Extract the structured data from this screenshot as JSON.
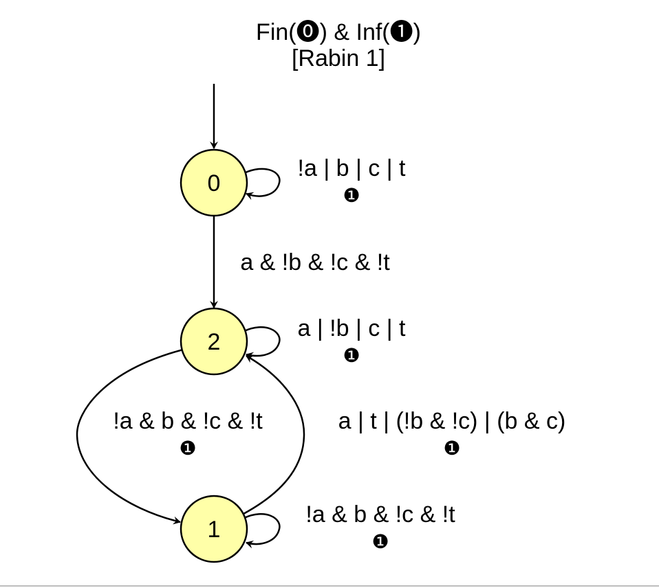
{
  "title": {
    "acceptance": "Fin(⓿) & Inf(❶)",
    "name": "[Rabin 1]"
  },
  "colors": {
    "state_fill": "#ffffa8",
    "state_stroke": "#000000",
    "edge": "#000000"
  },
  "states": [
    {
      "id": "state-0",
      "label": "0"
    },
    {
      "id": "state-2",
      "label": "2"
    },
    {
      "id": "state-1",
      "label": "1"
    }
  ],
  "edges": [
    {
      "id": "edge-0-0",
      "from": "0",
      "to": "0",
      "label": "!a | b | c | t",
      "mark": "❶"
    },
    {
      "id": "edge-0-2",
      "from": "0",
      "to": "2",
      "label": "a & !b & !c & !t",
      "mark": ""
    },
    {
      "id": "edge-2-2",
      "from": "2",
      "to": "2",
      "label": "a | !b | c | t",
      "mark": "❶"
    },
    {
      "id": "edge-2-1",
      "from": "2",
      "to": "1",
      "label": "!a & b & !c & !t",
      "mark": "❶"
    },
    {
      "id": "edge-1-2",
      "from": "1",
      "to": "2",
      "label": "a | t | (!b & !c) | (b & c)",
      "mark": "❶"
    },
    {
      "id": "edge-1-1",
      "from": "1",
      "to": "1",
      "label": "!a & b & !c & !t",
      "mark": "❶"
    }
  ]
}
